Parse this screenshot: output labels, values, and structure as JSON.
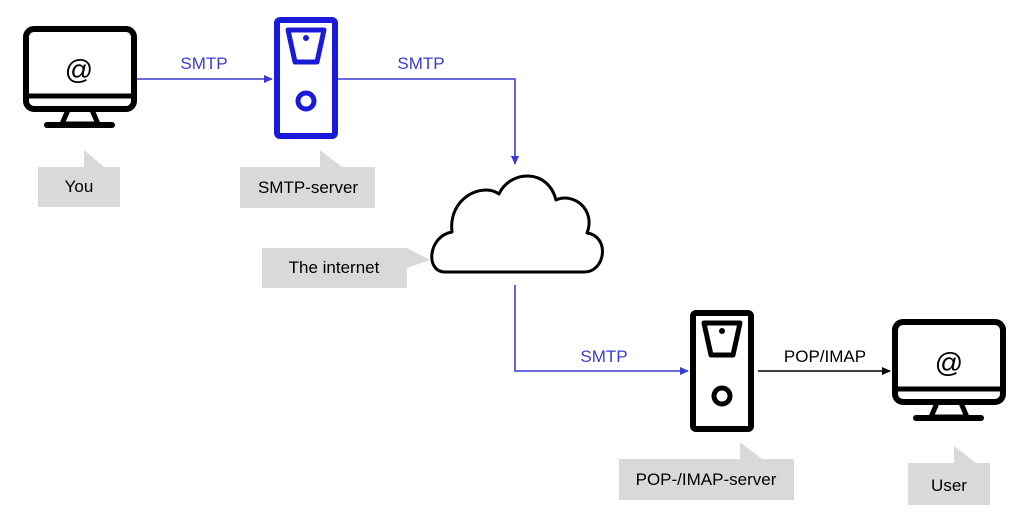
{
  "nodes": {
    "you": {
      "label": "You",
      "icon": "monitor-at-icon",
      "at_symbol": "@"
    },
    "smtp_server": {
      "label": "SMTP-server",
      "icon": "server-tower-icon"
    },
    "internet": {
      "label": "The internet",
      "icon": "cloud-icon"
    },
    "pop_imap_server": {
      "label": "POP-/IMAP-server",
      "icon": "server-tower-icon"
    },
    "user": {
      "label": "User",
      "icon": "monitor-at-icon",
      "at_symbol": "@"
    }
  },
  "edges": {
    "you_to_smtp": {
      "protocol": "SMTP"
    },
    "smtp_to_internet": {
      "protocol": "SMTP"
    },
    "internet_to_pop": {
      "protocol": "SMTP"
    },
    "pop_to_user": {
      "protocol": "POP/IMAP"
    }
  },
  "colors": {
    "smtp_blue": "#3b3bd6",
    "server_blue": "#1a1ad9",
    "icon_black": "#000000",
    "callout_gray": "#d9d9d9"
  }
}
